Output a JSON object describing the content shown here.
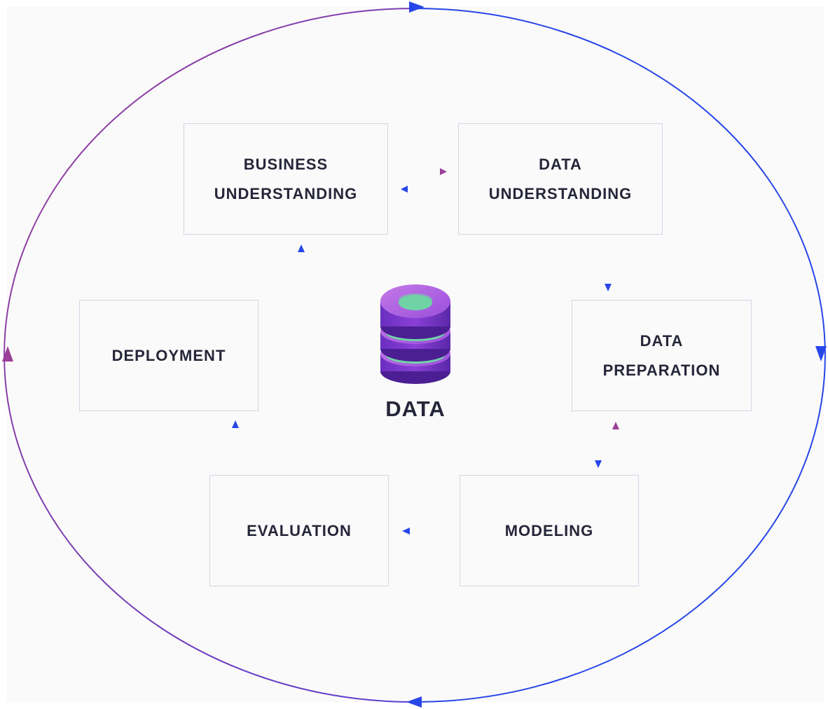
{
  "phases": {
    "business": "BUSINESS\nUNDERSTANDING",
    "data_understanding": "DATA\nUNDERSTANDING",
    "data_preparation": "DATA\nPREPARATION",
    "modeling": "MODELING",
    "evaluation": "EVALUATION",
    "deployment": "DEPLOYMENT"
  },
  "center": {
    "label": "DATA",
    "icon": "database-icon"
  },
  "colors": {
    "blue": "#2746e8",
    "purple": "#9a3f97",
    "box_border": "#d6d4e6",
    "text": "#26263a",
    "db_purple": "#8a3fd6",
    "db_green": "#6fd3a6"
  }
}
